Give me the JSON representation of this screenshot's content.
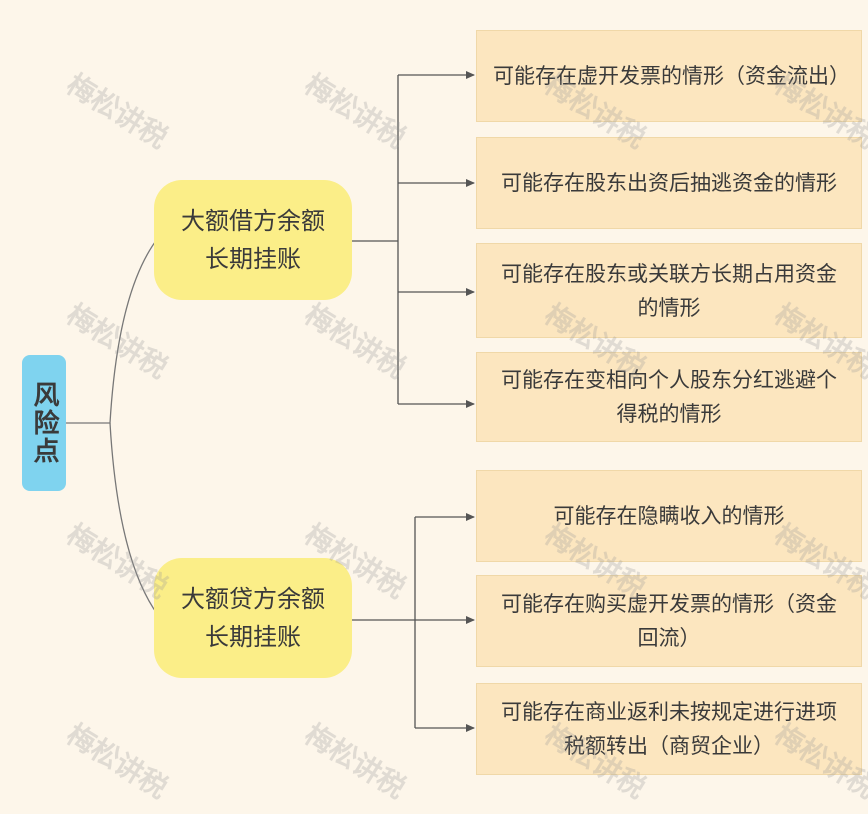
{
  "root": {
    "label": "风险点"
  },
  "branches": [
    {
      "label": "大额借方余额长期挂账",
      "leaves": [
        "可能存在虚开发票的情形（资金流出）",
        "可能存在股东出资后抽逃资金的情形",
        "可能存在股东或关联方长期占用资金的情形",
        "可能存在变相向个人股东分红逃避个得税的情形"
      ]
    },
    {
      "label": "大额贷方余额长期挂账",
      "leaves": [
        "可能存在隐瞒收入的情形",
        "可能存在购买虚开发票的情形（资金回流）",
        "可能存在商业返利未按规定进行进项税额转出（商贸企业）"
      ]
    }
  ],
  "watermark": "梅松讲税",
  "colors": {
    "background": "#fdf6ea",
    "root_fill": "#7fd3ef",
    "branch_fill": "#fbee88",
    "leaf_fill": "#fce6bf",
    "connector": "#555555"
  }
}
